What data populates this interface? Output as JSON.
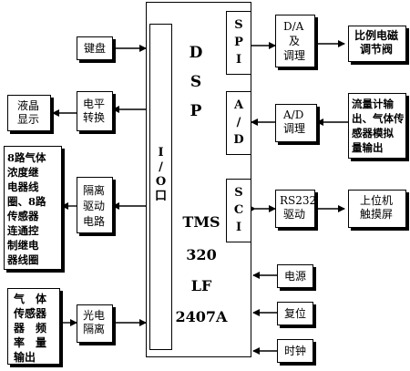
{
  "main_board": {
    "io_label": "I / O 口",
    "dsp_label": "D S P",
    "chip_name": [
      "TMS",
      "320",
      "LF",
      "2407A"
    ]
  },
  "ports": {
    "spi": "S P I",
    "ad": "A / D",
    "sci": "S C I"
  },
  "blocks": {
    "keyboard": "键盘",
    "lcd": [
      "液晶",
      "显示"
    ],
    "level_shift": [
      "电平",
      "转换"
    ],
    "relay_text": [
      "8路气体",
      "浓度继",
      "电器线",
      "圈、8路",
      "传感器",
      "连通控",
      "制继电",
      "器线圈"
    ],
    "isolation_drive": [
      "隔离",
      "驱动",
      "电路"
    ],
    "gas_sensor_freq": [
      "气　体",
      "传感器",
      "器　频",
      "率　量",
      "输出"
    ],
    "opto_isolation": [
      "光电",
      "隔离"
    ],
    "da": [
      "D/A",
      "及",
      "调理"
    ],
    "valve": [
      "比例电磁",
      "调节阀"
    ],
    "ad_cond": [
      "A/D",
      "调理"
    ],
    "flow_sensor": [
      "流量计输",
      "出、气体传",
      "感器模拟",
      "量输出"
    ],
    "rs232": [
      "RS232",
      "驱动"
    ],
    "host": [
      "上位机",
      "触摸屏"
    ],
    "power": "电源",
    "reset": "复位",
    "clock": "时钟"
  }
}
